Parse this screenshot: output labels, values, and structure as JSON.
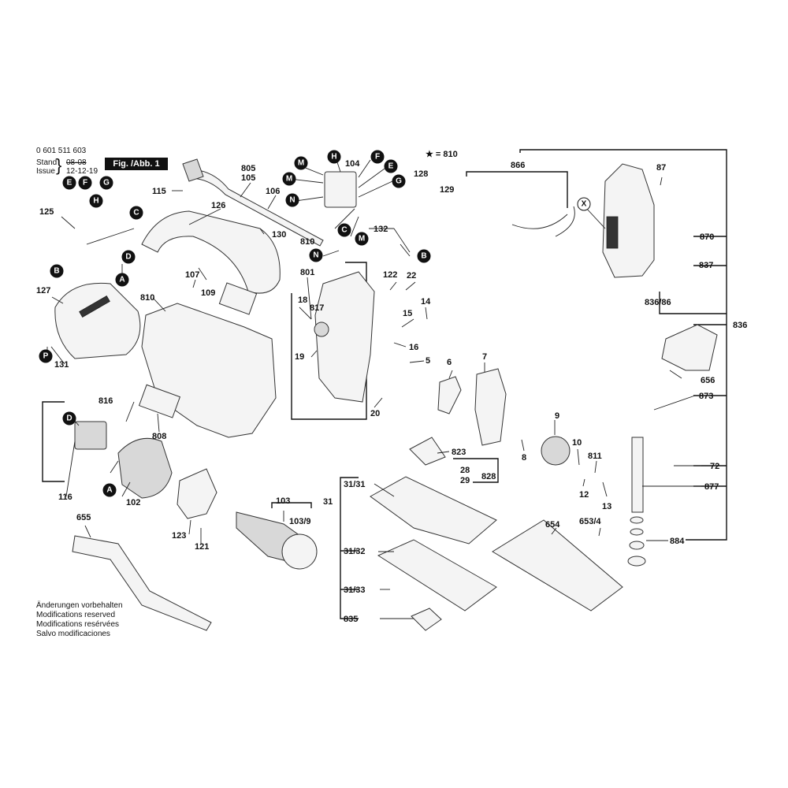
{
  "header": {
    "part_number": "0 601 511 603",
    "stand_label": "Stand",
    "stand_old_value": "08-08",
    "issue_label": "Issue",
    "issue_value": "12-12-19",
    "figure_label": "Fig. /Abb. 1",
    "star_note": "★ = 810"
  },
  "notes": [
    "Änderungen vorbehalten",
    "Modifications reserved",
    "Modifications resérvées",
    "Salvo modificaciones"
  ],
  "callout_letters": [
    "A",
    "B",
    "C",
    "D",
    "E",
    "F",
    "G",
    "H",
    "M",
    "N",
    "P",
    "X"
  ],
  "part_labels": [
    "115",
    "126",
    "805",
    "105",
    "106",
    "104",
    "128",
    "129",
    "866",
    "87",
    "125",
    "130",
    "132",
    "810",
    "870",
    "837",
    "836/86",
    "836",
    "801",
    "122",
    "22",
    "107",
    "109",
    "18",
    "817",
    "14",
    "15",
    "16",
    "5",
    "127",
    "810",
    "19",
    "6",
    "7",
    "131",
    "816",
    "656",
    "873",
    "20",
    "9",
    "10",
    "808",
    "823",
    "28",
    "29",
    "828",
    "811",
    "8",
    "72",
    "31/31",
    "102",
    "31",
    "12",
    "13",
    "877",
    "103",
    "103/9",
    "655",
    "654",
    "653/4",
    "884",
    "123",
    "121",
    "31/32",
    "31/33",
    "835",
    "116"
  ]
}
